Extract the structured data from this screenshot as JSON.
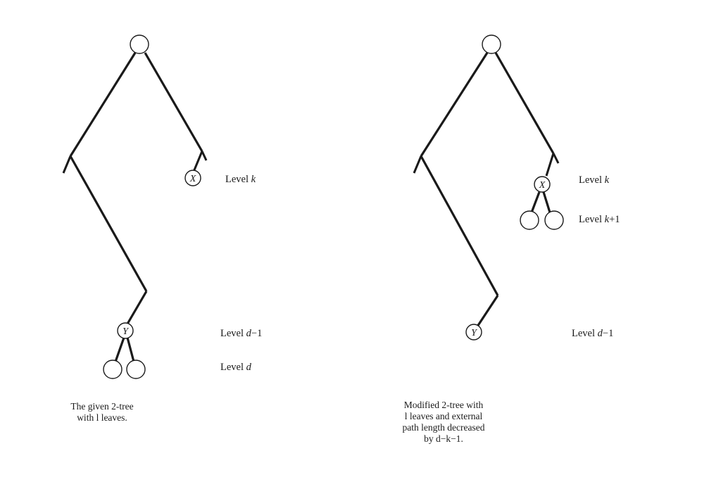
{
  "left_tree": {
    "node_x_label": "X",
    "node_y_label": "Y",
    "level_k": {
      "prefix": "Level ",
      "var": "k"
    },
    "level_d_minus_1": {
      "prefix": "Level ",
      "var": "d",
      "suffix": "−1"
    },
    "level_d": {
      "prefix": "Level ",
      "var": "d"
    },
    "caption_lines": [
      "The given 2-tree",
      "with l leaves."
    ]
  },
  "right_tree": {
    "node_x_label": "X",
    "node_y_label": "Y",
    "level_k": {
      "prefix": "Level ",
      "var": "k"
    },
    "level_k_plus_1": {
      "prefix": "Level ",
      "var": "k",
      "suffix": "+1"
    },
    "level_d_minus_1": {
      "prefix": "Level ",
      "var": "d",
      "suffix": "−1"
    },
    "caption_lines": [
      "Modified 2-tree with",
      "l leaves and external",
      "path length decreased",
      "by d−k−1."
    ]
  }
}
